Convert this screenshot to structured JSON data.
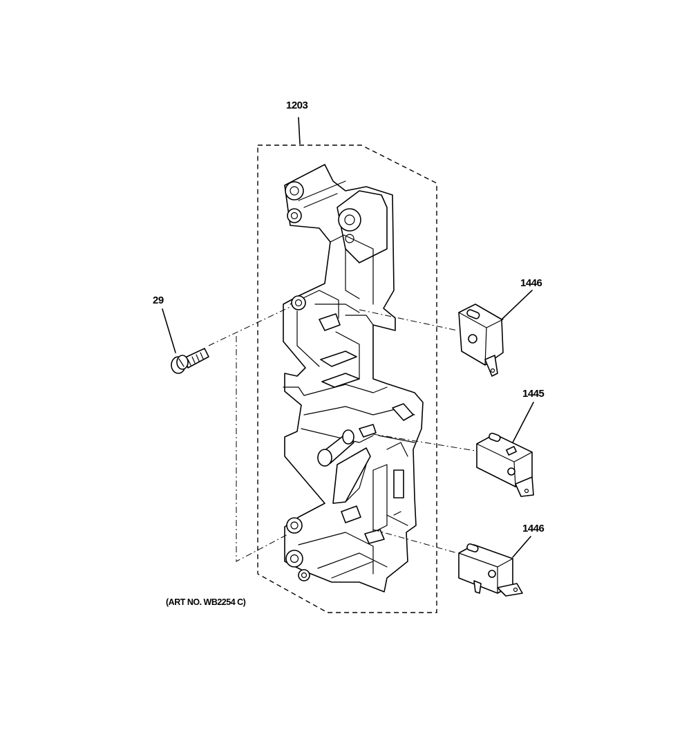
{
  "diagram": {
    "callouts": {
      "bracket": "1203",
      "screw": "29",
      "switch_top": "1446",
      "switch_middle": "1445",
      "switch_bottom": "1446"
    },
    "art_number": "(ART NO. WB2254 C)"
  }
}
